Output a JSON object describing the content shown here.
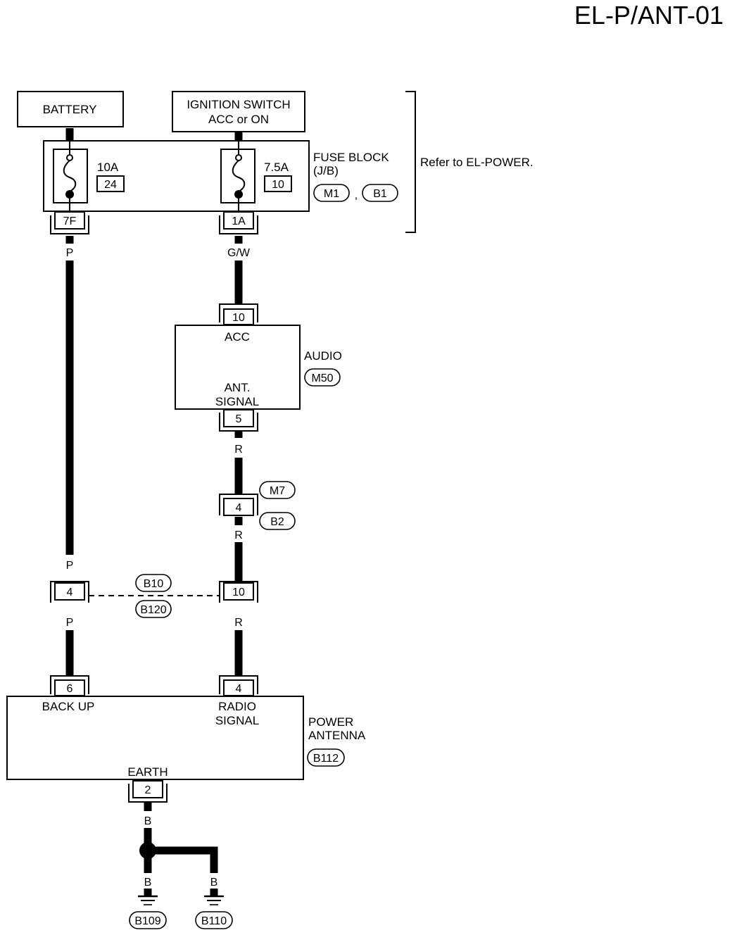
{
  "page_code": "EL-P/ANT-01",
  "battery": "BATTERY",
  "ignition": {
    "line1": "IGNITION SWITCH",
    "line2": "ACC or ON"
  },
  "fuse_block": {
    "title": "FUSE BLOCK",
    "sub": "(J/B)",
    "connectors": [
      "M1",
      "B1"
    ],
    "separator": ",",
    "note": "Refer to EL-POWER.",
    "fuse_left": {
      "amp": "10A",
      "num": "24",
      "terminal": "7F"
    },
    "fuse_right": {
      "amp": "7.5A",
      "num": "10",
      "terminal": "1A"
    }
  },
  "wires": {
    "pink": "P",
    "gw": "G/W",
    "red": "R",
    "black": "B"
  },
  "audio": {
    "name": "AUDIO",
    "connector": "M50",
    "pin_acc": "10",
    "acc_label": "ACC",
    "ant_line1": "ANT.",
    "ant_line2": "SIGNAL",
    "pin_ant": "5"
  },
  "joint_m7": {
    "pin": "4",
    "conn_top": "M7",
    "conn_bottom": "B2"
  },
  "joint_b10": {
    "pin_left": "4",
    "pin_right": "10",
    "conn_top": "B10",
    "conn_bottom": "B120"
  },
  "antenna": {
    "name_line1": "POWER",
    "name_line2": "ANTENNA",
    "connector": "B112",
    "pin_backup": "6",
    "backup_label": "BACK UP",
    "pin_radio": "4",
    "radio_line1": "RADIO",
    "radio_line2": "SIGNAL",
    "earth_label": "EARTH",
    "pin_earth": "2"
  },
  "grounds": [
    "B109",
    "B110"
  ]
}
